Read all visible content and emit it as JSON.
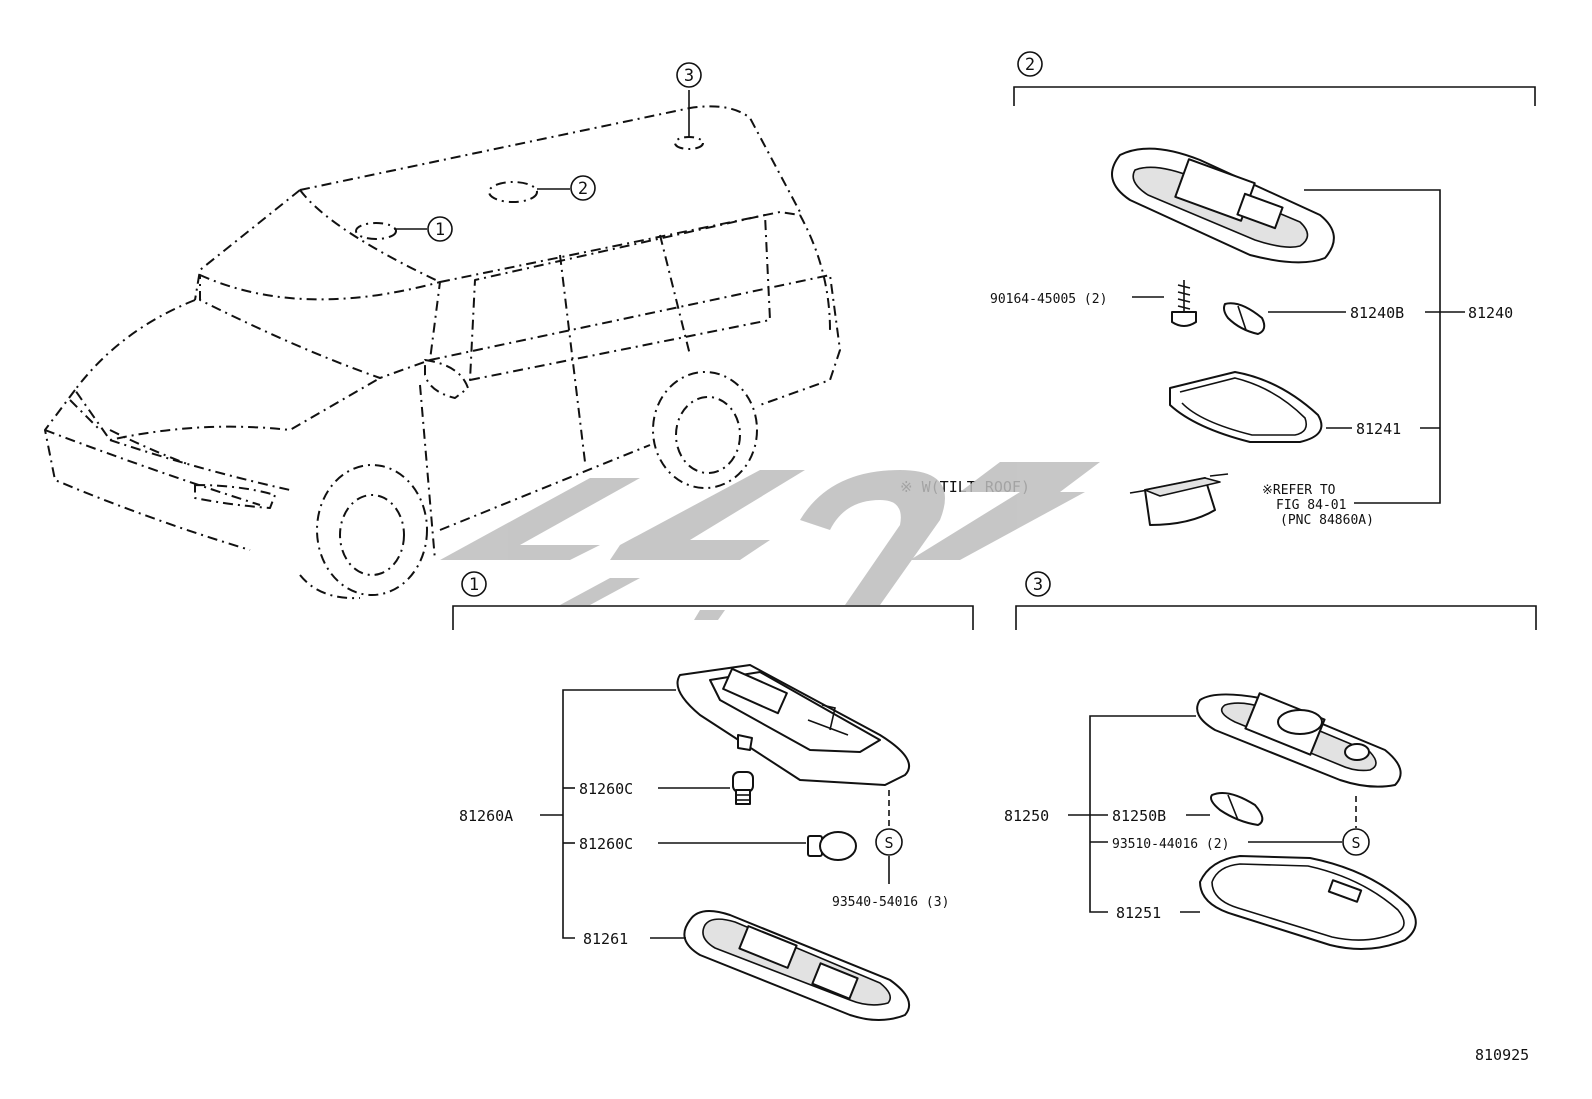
{
  "diagram_id": "810925",
  "tilt_roof_note": "※ W(TILT ROOF)",
  "refer_note": [
    "※REFER TO",
    "FIG 84-01",
    "(PNC 84860A)"
  ],
  "watermark_text": "تیبا",
  "callouts": {
    "c1": "1",
    "c2": "2",
    "c3": "3"
  },
  "section2": {
    "assembly": "81240",
    "screw": "90164-45005 (2)",
    "bulb": "81240B",
    "lens": "81241"
  },
  "section1": {
    "assembly": "81260A",
    "bulb_a": "81260C",
    "bulb_b": "81260C",
    "screw": "93540-54016 (3)",
    "lens": "81261",
    "s_mark": "S"
  },
  "section3": {
    "assembly": "81250",
    "bulb": "81250B",
    "screw": "93510-44016 (2)",
    "lens": "81251",
    "s_mark": "S"
  }
}
